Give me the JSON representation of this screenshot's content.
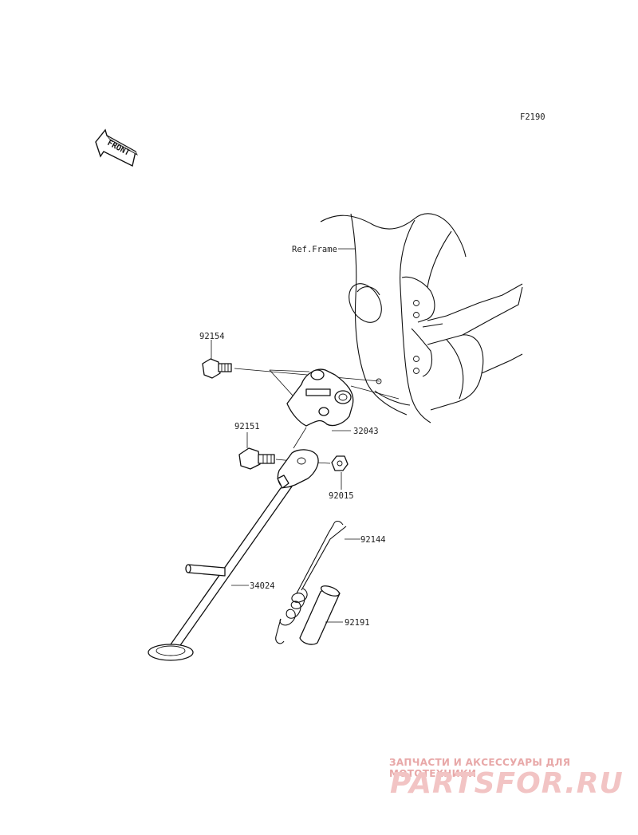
{
  "diagram": {
    "code": "F2190",
    "front_label": "FRONT",
    "ref_label": "Ref.Frame",
    "parts": {
      "bolt_upper": "92154",
      "bracket": "32043",
      "bolt_lower": "92151",
      "nut": "92015",
      "spring": "92144",
      "stand": "34024",
      "sleeve": "92191"
    }
  },
  "watermark": {
    "tagline": "ЗАПЧАСТИ И АКСЕССУАРЫ ДЛЯ МОТОТЕХНИКИ",
    "brand": "PARTSFOR.RU"
  }
}
